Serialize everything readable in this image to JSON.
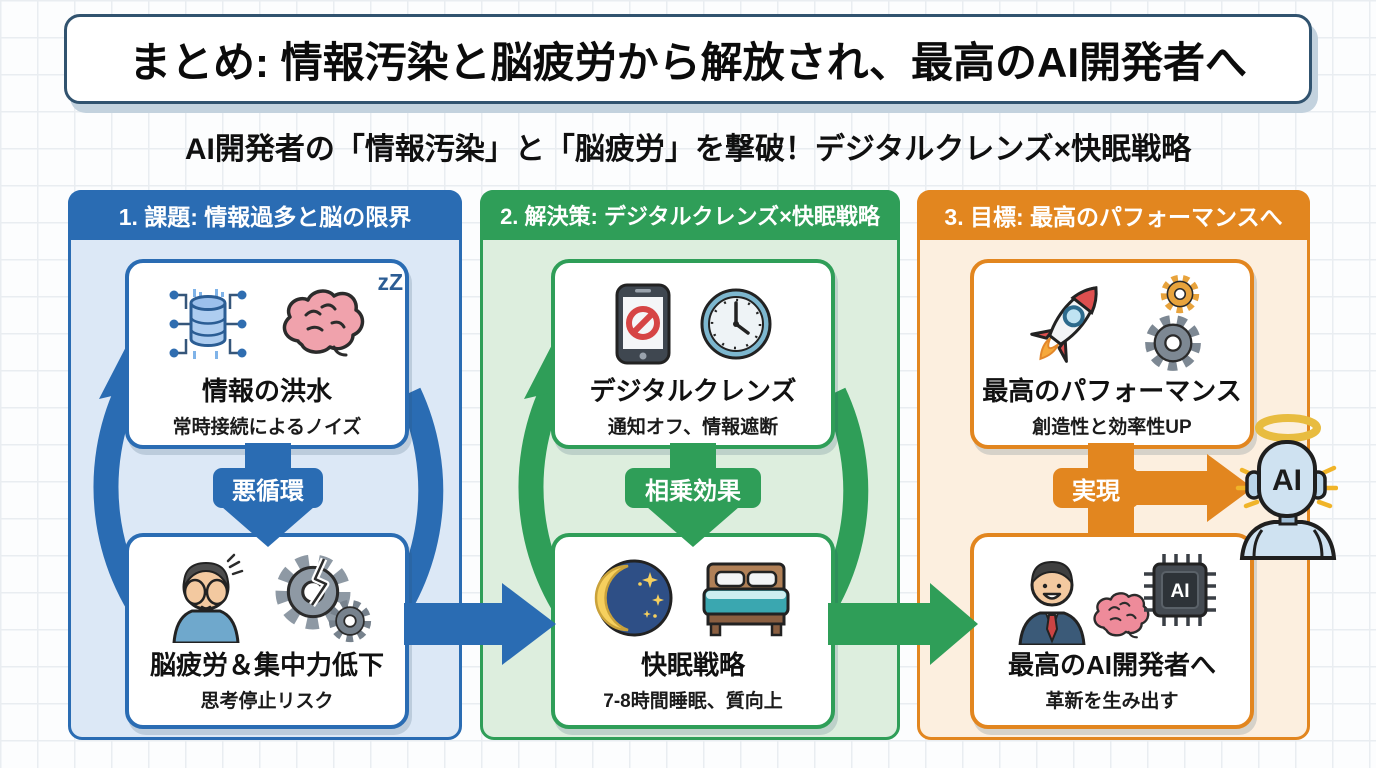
{
  "page": {
    "title_banner": "まとめ: 情報汚染と脳疲労から解放され、最高のAI開発者へ",
    "subtitle": "AI開発者の「情報汚染」と「脳疲労」を撃破！デジタルクレンズ×快眠戦略"
  },
  "colors": {
    "panel1_accent": "#2a6cb3",
    "panel1_fill": "#dce8f6",
    "panel2_accent": "#2f9e58",
    "panel2_fill": "#ddeede",
    "panel3_accent": "#e2861f",
    "panel3_fill": "#fcefdf",
    "title_border": "#31536f",
    "grid_line": "#e9edf1"
  },
  "columns": [
    {
      "header": "1. 課題: 情報過多と脳の限界",
      "top_box": {
        "title": "情報の洪水",
        "subtitle": "常時接続によるノイズ",
        "icons": [
          "database-network-icon",
          "sleepy-brain-icon"
        ],
        "sleep_marks": "zZ"
      },
      "badge": "悪循環",
      "bottom_box": {
        "title": "脳疲労＆集中力低下",
        "subtitle": "思考停止リスク",
        "icons": [
          "tired-man-icon",
          "broken-gears-icon"
        ]
      }
    },
    {
      "header": "2. 解決策: デジタルクレンズ×快眠戦略",
      "top_box": {
        "title": "デジタルクレンズ",
        "subtitle": "通知オフ、情報遮断",
        "icons": [
          "phone-block-icon",
          "clock-icon"
        ]
      },
      "badge": "相乗効果",
      "bottom_box": {
        "title": "快眠戦略",
        "subtitle": "7-8時間睡眠、質向上",
        "icons": [
          "moon-stars-icon",
          "bed-icon"
        ]
      }
    },
    {
      "header": "3. 目標: 最高のパフォーマンスへ",
      "top_box": {
        "title": "最高のパフォーマンス",
        "subtitle": "創造性と効率性UP",
        "icons": [
          "rocket-icon",
          "gears-icon"
        ]
      },
      "badge": "実現",
      "bottom_box": {
        "title": "最高のAI開発者へ",
        "subtitle": "革新を生み出す",
        "icons": [
          "developer-icon",
          "brain-icon",
          "ai-chip-icon"
        ],
        "chip_label": "AI"
      }
    }
  ],
  "robot": {
    "icon": "ai-robot-halo-icon",
    "face_label": "AI"
  }
}
